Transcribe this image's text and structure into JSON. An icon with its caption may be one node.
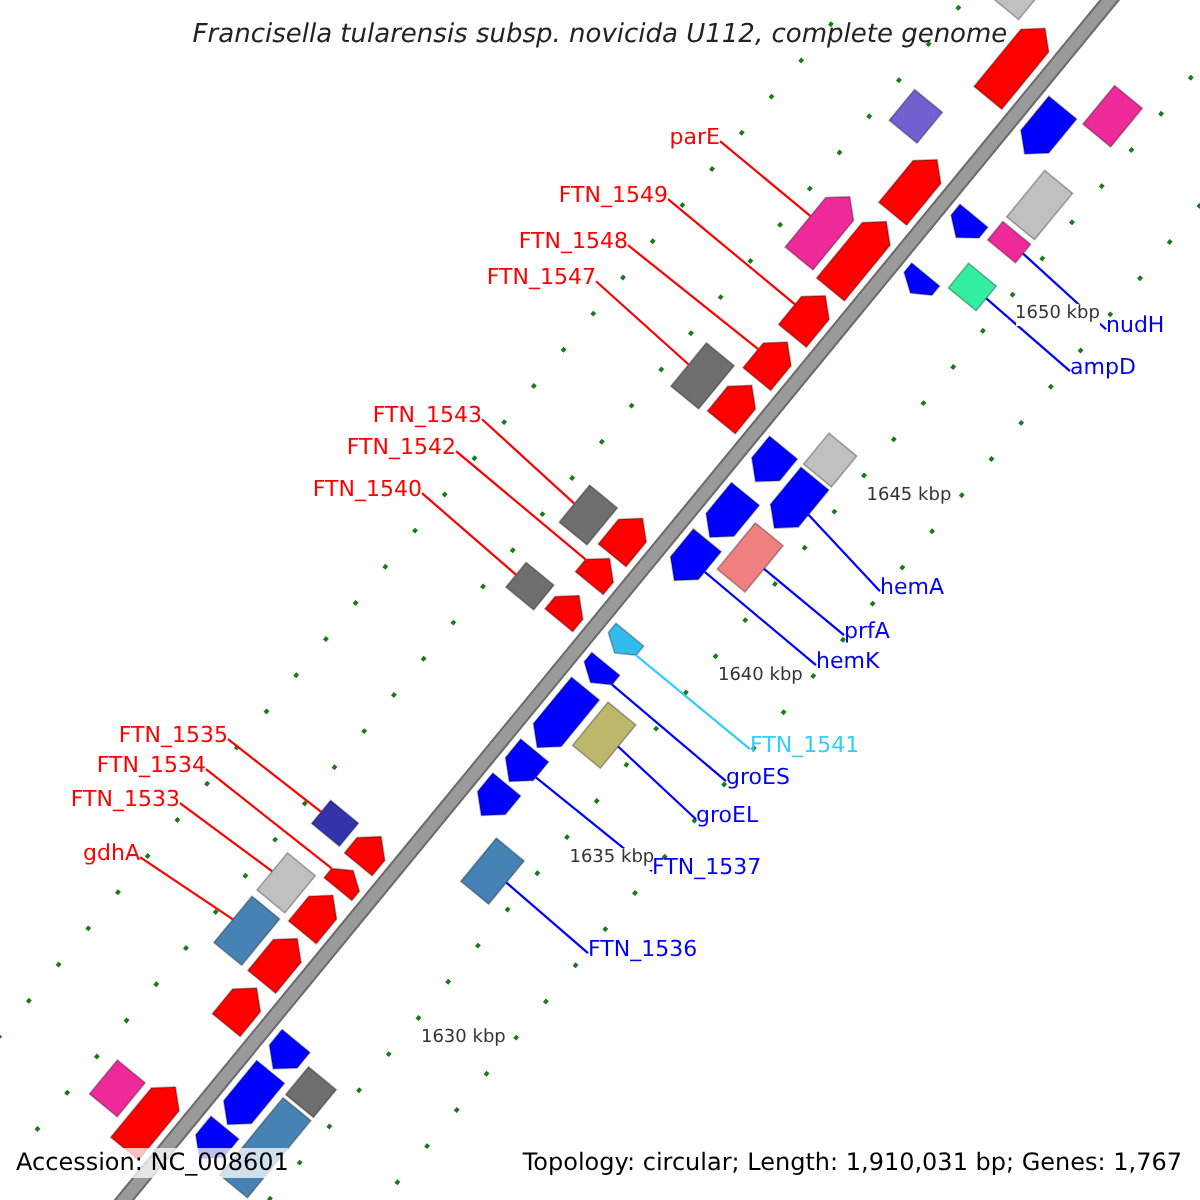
{
  "diagram": {
    "title": "Francisella tularensis subsp. novicida U112, complete genome",
    "nodes": [
      {
        "text": [
          "parE"
        ]
      },
      {
        "text": [
          "FTN_1549"
        ]
      },
      {
        "text": [
          "FTN_1548"
        ]
      },
      {
        "text": [
          "FTN_1547"
        ]
      },
      {
        "text": [
          "nudH"
        ]
      },
      {
        "text": [
          "ampD"
        ]
      },
      {
        "text": [
          "FTN_1543"
        ]
      },
      {
        "text": [
          "FTN_1542"
        ]
      },
      {
        "text": [
          "FTN_1540"
        ]
      },
      {
        "text": [
          "hemA"
        ]
      },
      {
        "text": [
          "prfA"
        ]
      },
      {
        "text": [
          "hemK"
        ]
      },
      {
        "text": [
          "FTN_1535"
        ]
      },
      {
        "text": [
          "FTN_1541"
        ]
      },
      {
        "text": [
          "FTN_1534"
        ]
      },
      {
        "text": [
          "groES"
        ]
      },
      {
        "text": [
          "FTN_1533"
        ]
      },
      {
        "text": [
          "groEL"
        ]
      },
      {
        "text": [
          "gdhA"
        ]
      },
      {
        "text": [
          "FTN_1537"
        ]
      },
      {
        "text": [
          "FTN_1536"
        ]
      },
      {
        "text": [],
        "shape": "arrow"
      },
      {
        "text": [],
        "shape": "arrow"
      },
      {
        "text": [],
        "shape": "arrow"
      },
      {
        "text": [],
        "shape": "arrow"
      },
      {
        "text": [],
        "shape": "arrow"
      },
      {
        "text": [],
        "shape": "arrow"
      },
      {
        "text": [],
        "shape": "arrow"
      },
      {
        "text": [],
        "shape": "arrow"
      },
      {
        "text": [],
        "shape": "arrow"
      },
      {
        "text": [],
        "shape": "arrow"
      },
      {
        "text": [],
        "shape": "arrow"
      },
      {
        "text": [],
        "shape": "arrow"
      },
      {
        "text": [],
        "shape": "arrow"
      },
      {
        "text": [],
        "shape": "arrow"
      },
      {
        "text": [],
        "shape": "arrow"
      },
      {
        "text": [],
        "shape": "arrow"
      },
      {
        "text": [],
        "shape": "arrow"
      },
      {
        "text": [],
        "shape": "arrow"
      },
      {
        "text": [],
        "shape": "arrow"
      },
      {
        "text": [],
        "shape": "arrow"
      },
      {
        "text": [],
        "shape": "arrow"
      },
      {
        "text": [],
        "shape": "arrow"
      },
      {
        "text": [],
        "shape": "arrow"
      },
      {
        "text": [],
        "shape": "arrow"
      },
      {
        "text": [],
        "shape": "arrow"
      },
      {
        "text": [],
        "shape": "arrow"
      },
      {
        "text": [],
        "shape": "arrow"
      },
      {
        "text": [],
        "shape": "arrow"
      },
      {
        "text": [],
        "shape": "arrow"
      },
      {
        "text": [],
        "shape": "arrow"
      },
      {
        "text": [],
        "shape": "arrow"
      },
      {
        "text": [],
        "shape": "arrow"
      },
      {
        "text": [],
        "shape": "arrow"
      },
      {
        "text": [],
        "shape": "arrow"
      },
      {
        "text": [],
        "shape": "arrow"
      },
      {
        "text": [],
        "shape": "arrow"
      },
      {
        "text": [],
        "shape": "arrow"
      },
      {
        "text": [],
        "shape": "arrow"
      },
      {
        "text": [],
        "shape": "arrow"
      },
      {
        "text": [],
        "shape": "arrow"
      },
      {
        "text": [],
        "shape": "arrow"
      },
      {
        "text": [],
        "shape": "arrow"
      },
      {
        "text": [],
        "shape": "arrow"
      },
      {
        "text": [],
        "shape": "arrow"
      },
      {
        "text": [],
        "shape": "arrow"
      },
      {
        "text": [],
        "shape": "arrow"
      },
      {
        "text": [],
        "shape": "arrow"
      },
      {
        "text": [],
        "shape": "arrow"
      },
      {
        "text": [],
        "shape": "arrow"
      },
      {
        "text": [],
        "shape": "arrow"
      }
    ],
    "edges": [
      {
        "from": 0,
        "to": 21,
        "arrow": "none"
      },
      {
        "from": 1,
        "to": 22,
        "arrow": "none"
      },
      {
        "from": 2,
        "to": 23,
        "arrow": "none"
      },
      {
        "from": 3,
        "to": 24,
        "arrow": "none"
      },
      {
        "from": 4,
        "to": 25,
        "arrow": "none",
        "color": "#0000ff"
      },
      {
        "from": 5,
        "to": 26,
        "arrow": "none",
        "color": "#0000ff"
      },
      {
        "from": 6,
        "to": 27,
        "arrow": "none"
      },
      {
        "from": 7,
        "to": 28,
        "arrow": "none"
      },
      {
        "from": 8,
        "to": 29,
        "arrow": "none"
      },
      {
        "from": 9,
        "to": 30,
        "arrow": "none",
        "color": "#0000ff"
      },
      {
        "from": 10,
        "to": 31,
        "arrow": "none",
        "color": "#0000ff"
      },
      {
        "from": 11,
        "to": 32,
        "arrow": "none",
        "color": "#0000ff"
      },
      {
        "from": 12,
        "to": 33,
        "arrow": "none"
      },
      {
        "from": 13,
        "to": 34,
        "arrow": "none",
        "color": "#33ccff"
      },
      {
        "from": 14,
        "to": 35,
        "arrow": "none"
      },
      {
        "from": 15,
        "to": 36,
        "arrow": "none",
        "color": "#0000ff"
      },
      {
        "from": 16,
        "to": 37,
        "arrow": "none"
      },
      {
        "from": 17,
        "to": 38,
        "arrow": "none",
        "color": "#0000ff"
      },
      {
        "from": 18,
        "to": 39,
        "arrow": "none"
      },
      {
        "from": 19,
        "to": 40,
        "arrow": "none",
        "color": "#0000ff"
      },
      {
        "from": 20,
        "to": 41,
        "arrow": "none",
        "color": "#0000ff"
      }
    ],
    "labels": [
      "1650 kbp",
      "1645 kbp",
      "1640 kbp",
      "1635 kbp",
      "1630 kbp",
      "Accession: NC_008601",
      "Topology: circular; Length: 1,910,031 bp; Genes: 1,767"
    ]
  }
}
